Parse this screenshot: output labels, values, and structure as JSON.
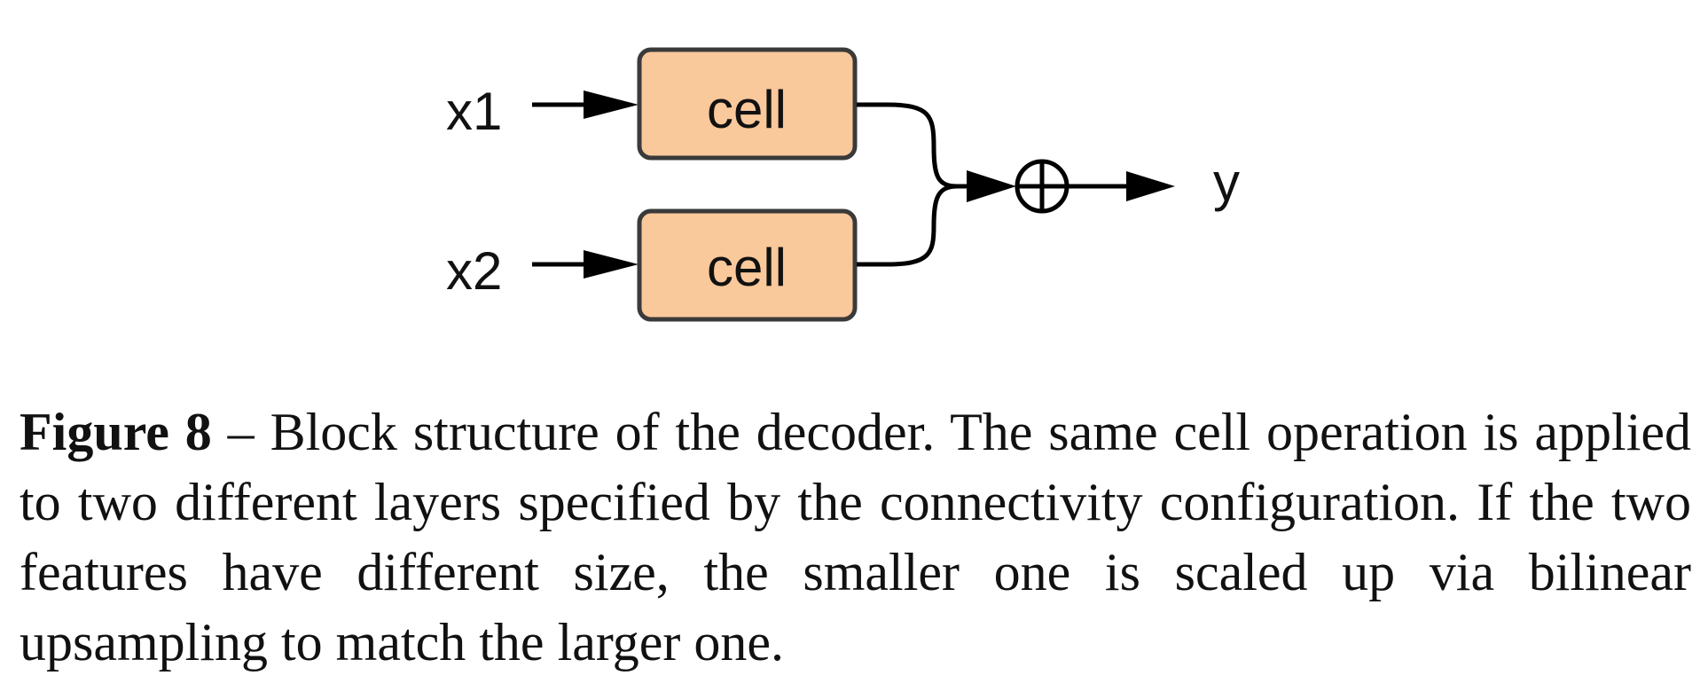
{
  "diagram": {
    "inputs": [
      {
        "label": "x1"
      },
      {
        "label": "x2"
      }
    ],
    "blocks": [
      {
        "label": "cell"
      },
      {
        "label": "cell"
      }
    ],
    "operator_symbol": "⊕",
    "output_label": "y",
    "block_fill": "#F9C89B",
    "block_stroke": "#3a3a3a"
  },
  "caption": {
    "figure_label": "Figure 8",
    "separator": " – ",
    "text": "Block structure of the decoder. The same cell operation is applied to two different layers specified by the connectivity configuration. If the two features have different size, the smaller one is scaled up via bilinear upsampling to match the larger one."
  }
}
